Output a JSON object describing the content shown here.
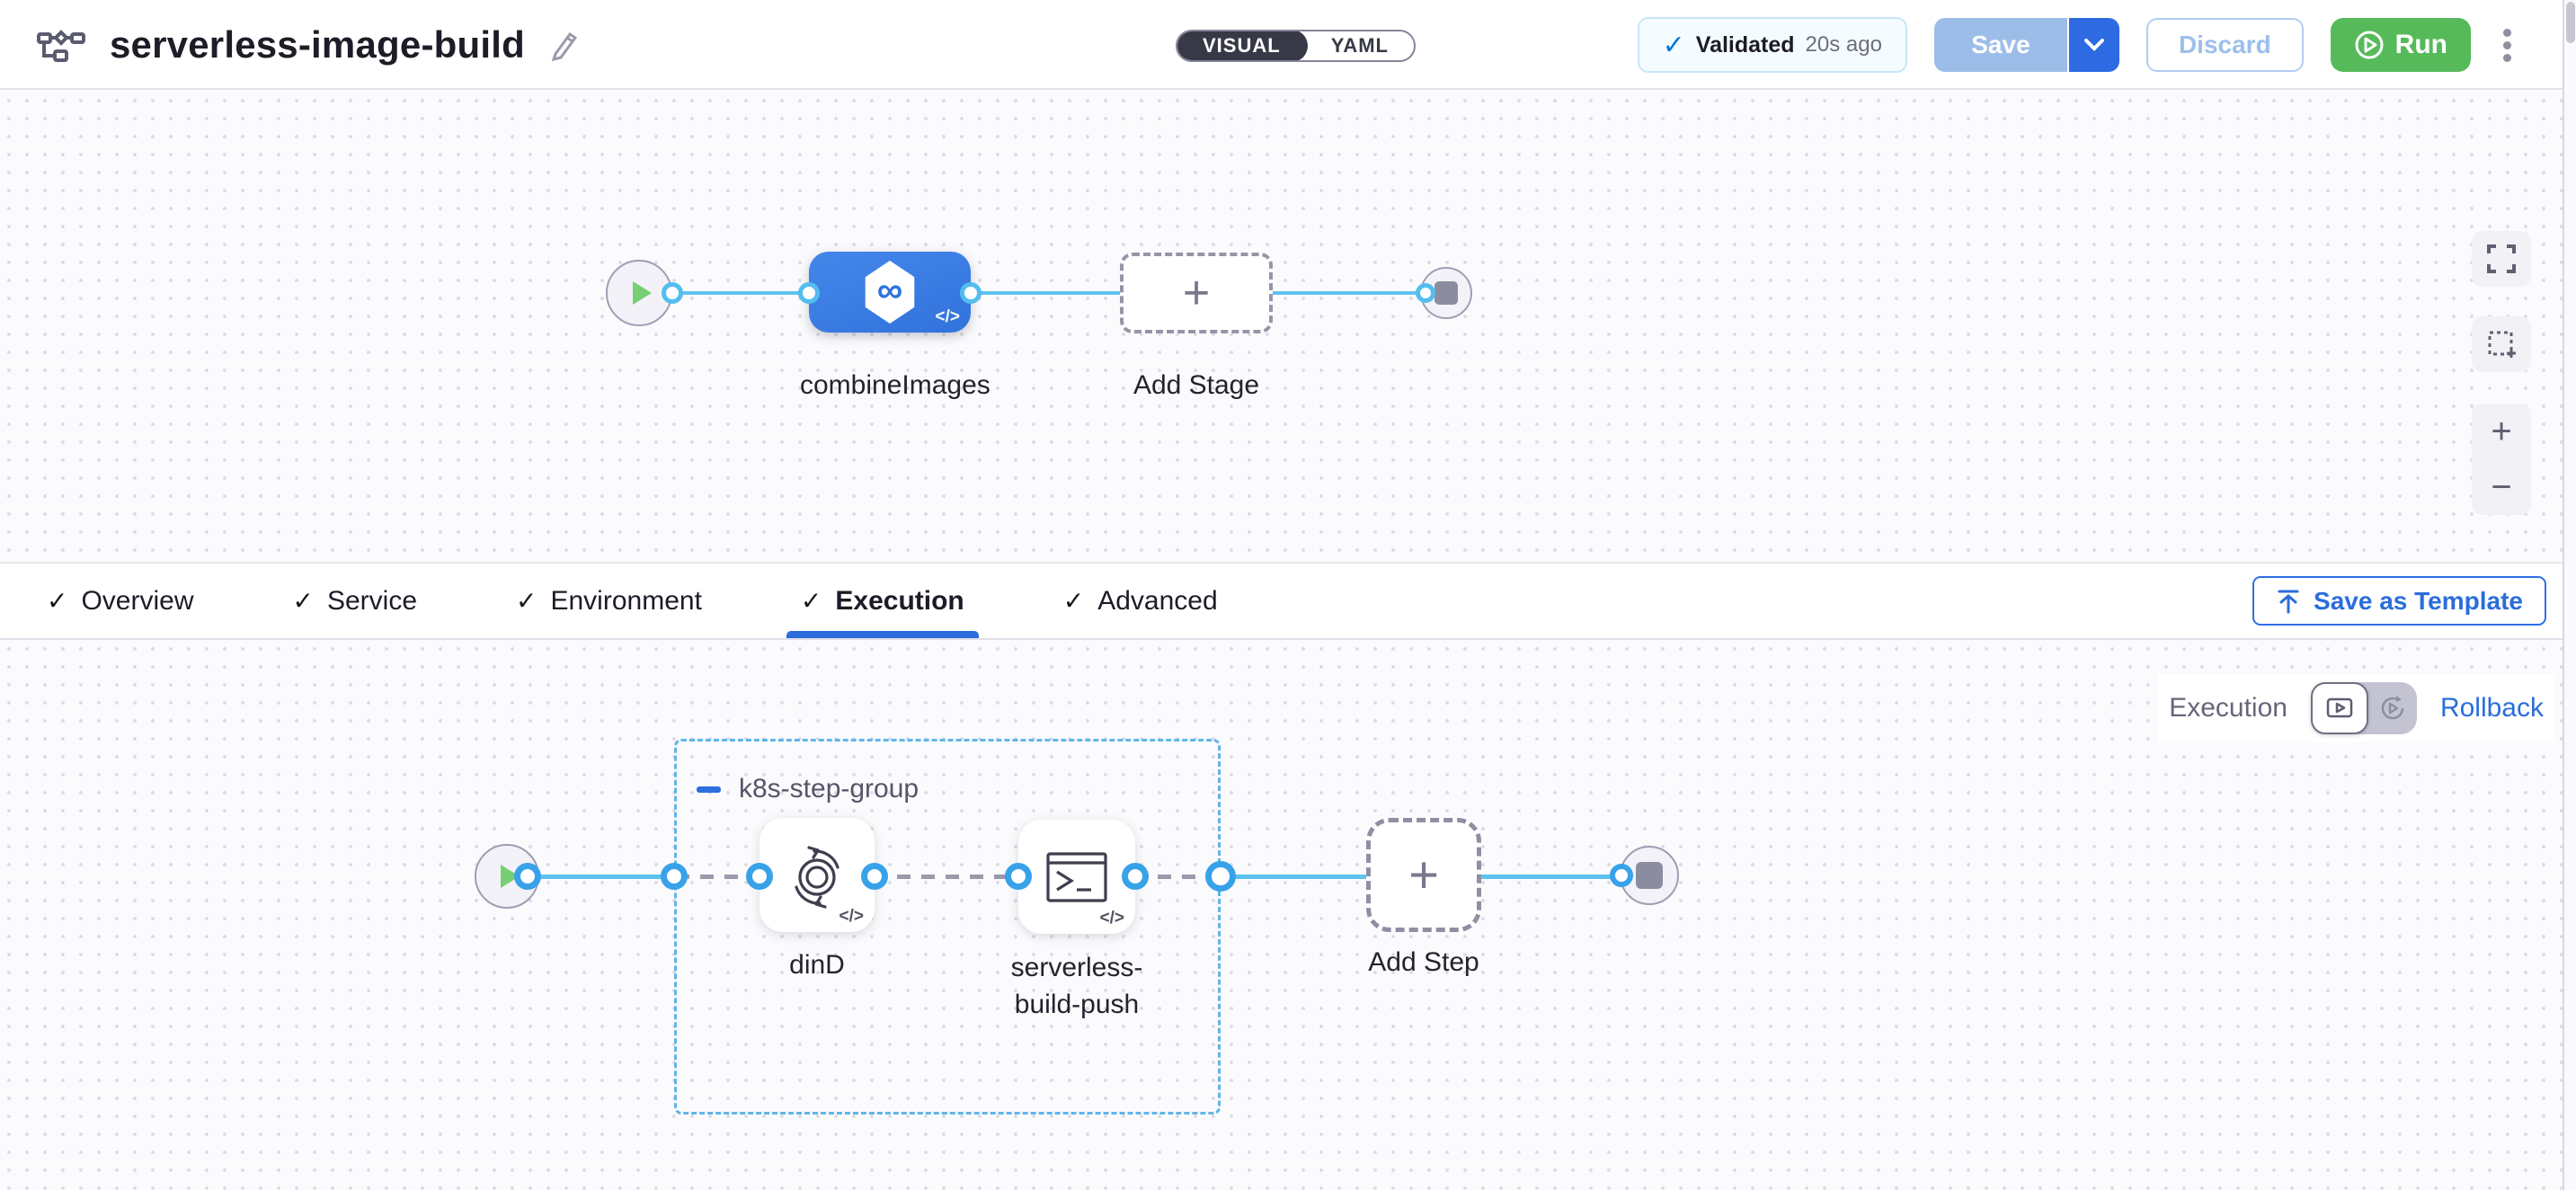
{
  "header": {
    "title": "serverless-image-build",
    "mode_toggle": {
      "visual": "VISUAL",
      "yaml": "YAML"
    },
    "validated": {
      "label": "Validated",
      "time": "20s ago"
    },
    "save": "Save",
    "discard": "Discard",
    "run": "Run"
  },
  "canvas": {
    "stage_name": "combineImages",
    "add_stage": "Add Stage"
  },
  "tabs": [
    {
      "label": "Overview",
      "active": false
    },
    {
      "label": "Service",
      "active": false
    },
    {
      "label": "Environment",
      "active": false
    },
    {
      "label": "Execution",
      "active": true
    },
    {
      "label": "Advanced",
      "active": false
    }
  ],
  "template_bar": {
    "save_as_template": "Save as Template"
  },
  "execution_bar": {
    "label": "Execution",
    "rollback": "Rollback"
  },
  "steps": {
    "group_name": "k8s-step-group",
    "step1": "dinD",
    "step2": "serverless-build-push",
    "add_step": "Add Step"
  },
  "icons": {
    "check": "✓",
    "plus": "+",
    "minus": "−",
    "infinity": "∞",
    "code": "</>"
  },
  "colors": {
    "accent_blue": "#2e6be2",
    "run_green": "#56ba5a",
    "active_tab_blue": "#2a6ddb",
    "connector_blue": "#5ec2f0",
    "validated_check_blue": "#0278d5",
    "group_border_blue": "#5fb5ea"
  }
}
